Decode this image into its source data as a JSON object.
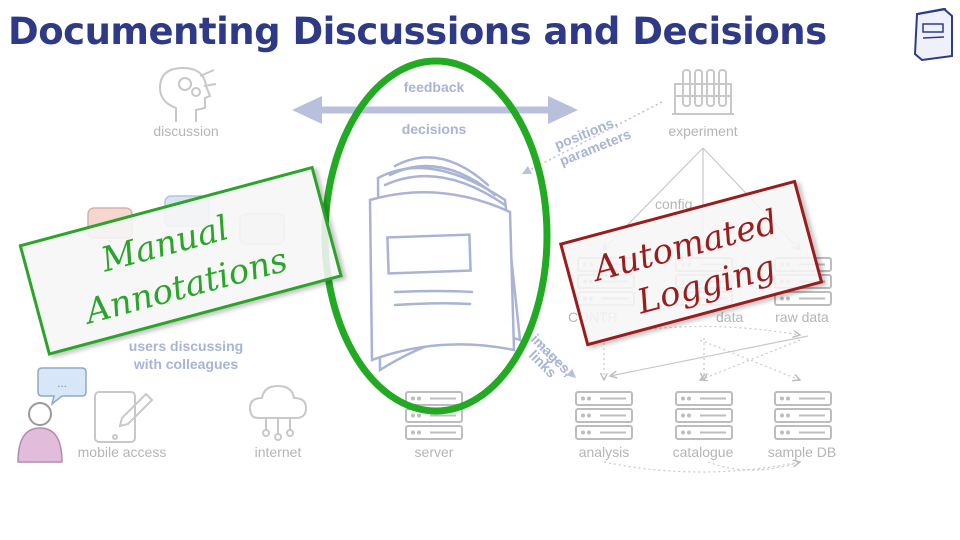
{
  "slide": {
    "title": "Documenting Discussions and Decisions"
  },
  "labels": {
    "discussion": "discussion",
    "feedback": "feedback",
    "decisions": "decisions",
    "positions": "positions,",
    "parameters": "parameters",
    "experiment": "experiment",
    "config": "config",
    "control": "CONTR",
    "data": "data",
    "raw_data": "raw data",
    "users_1": "users discussing",
    "users_2": "with colleagues",
    "images": "images,",
    "links": "links",
    "mobile": "mobile access",
    "internet": "internet",
    "server": "server",
    "analysis": "analysis",
    "catalogue": "catalogue",
    "sample_db": "sample DB",
    "bubble_q": "...?",
    "bubble_dots": "..."
  },
  "stamps": {
    "manual_1": "Manual",
    "manual_2": "Annotations",
    "auto_1": "Automated",
    "auto_2": "Logging"
  },
  "colors": {
    "title": "#2e3a87",
    "faded_icon": "#c8c8c8",
    "faded_blue": "#b8c0de",
    "green": "#2aa52a",
    "red": "#9b1c1c"
  }
}
